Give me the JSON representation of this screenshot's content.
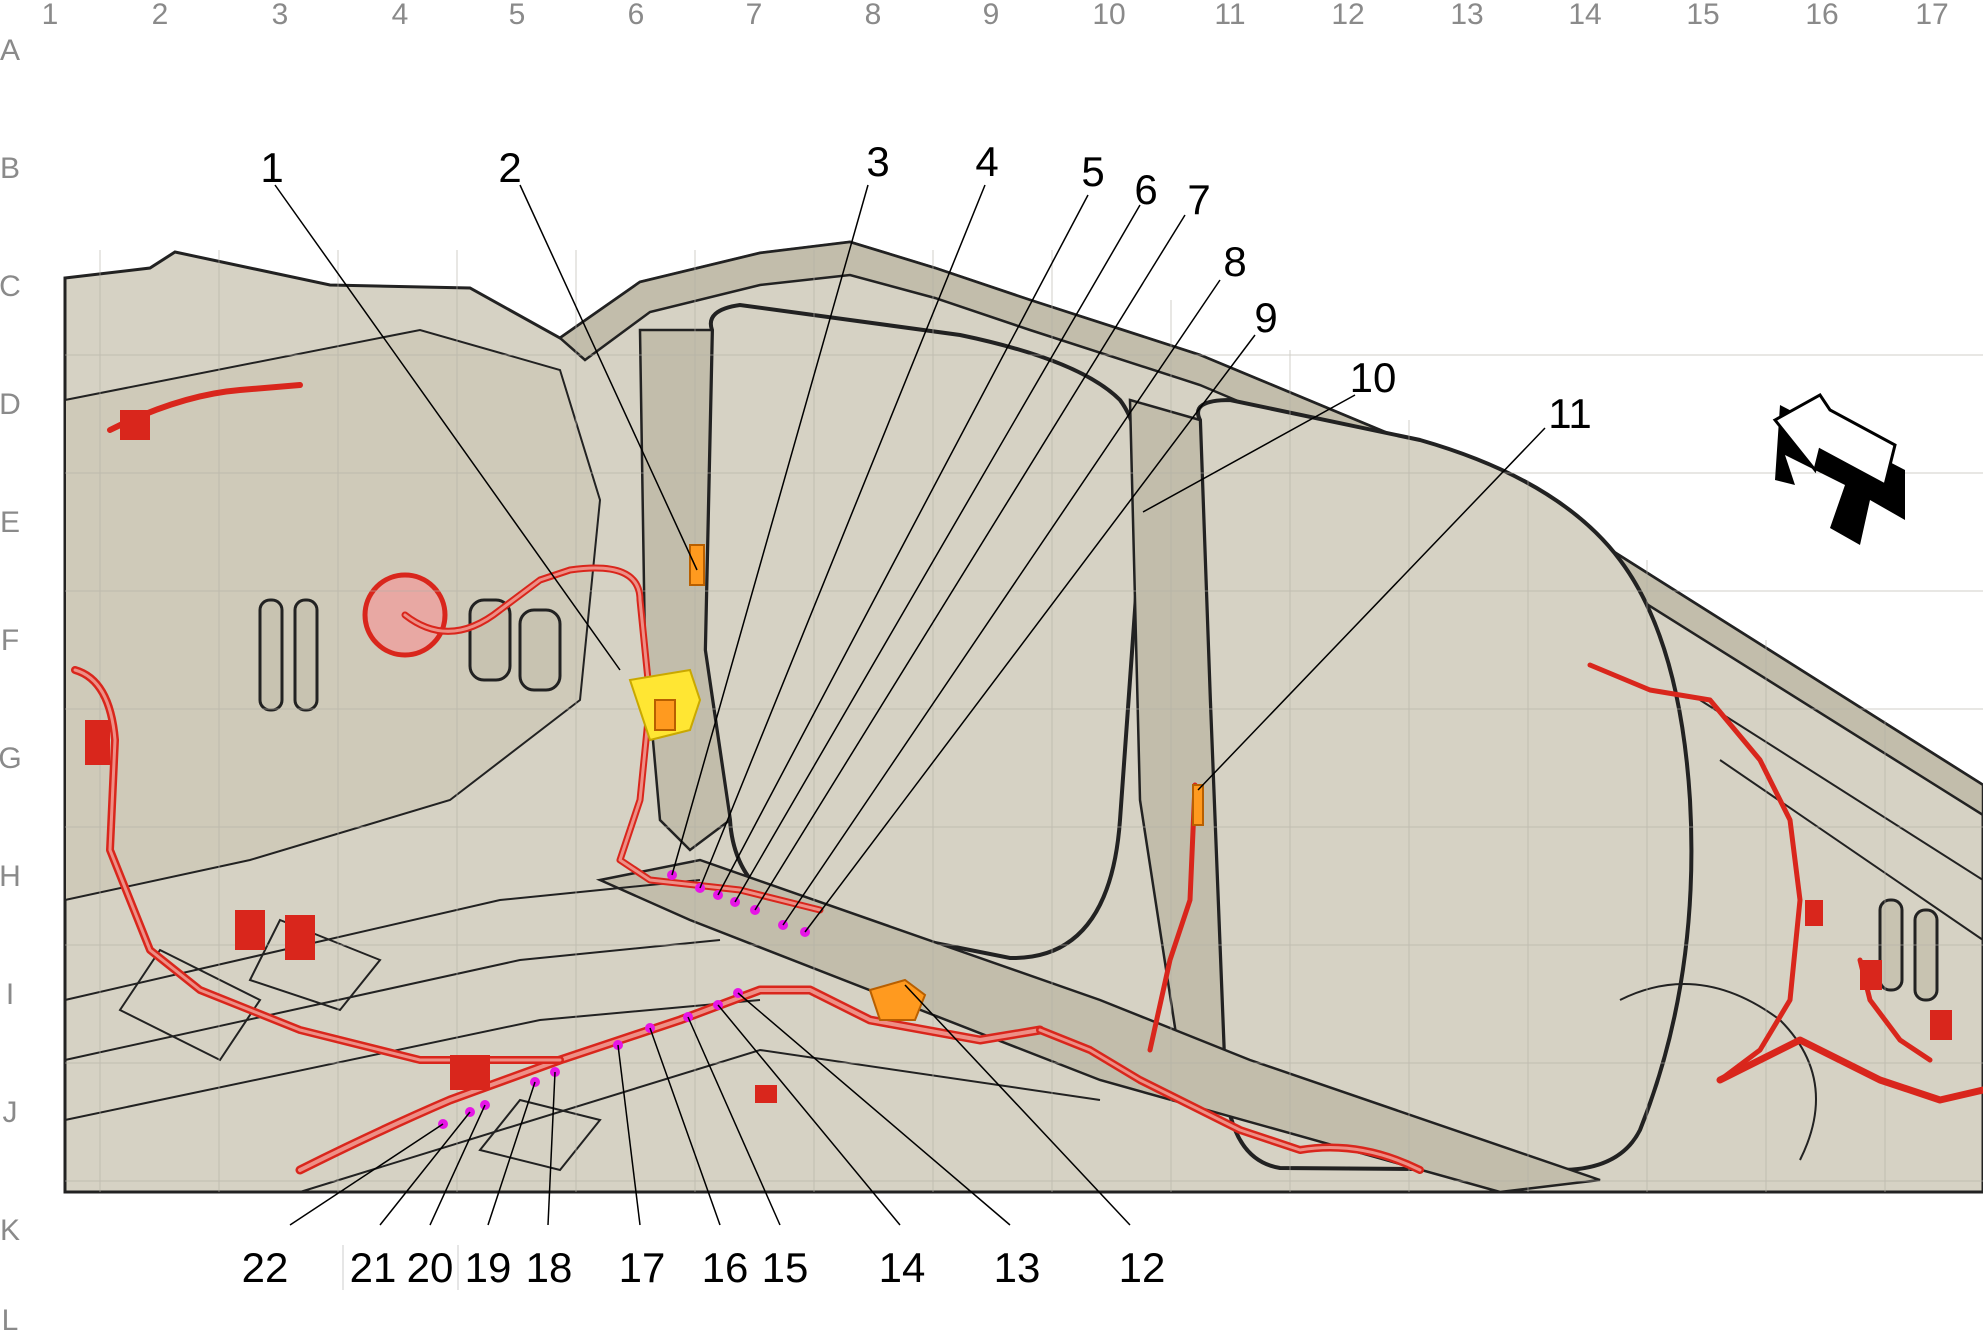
{
  "diagram": {
    "grid_columns": [
      "1",
      "2",
      "3",
      "4",
      "5",
      "6",
      "7",
      "8",
      "9",
      "10",
      "11",
      "12",
      "13",
      "14",
      "15",
      "16",
      "17"
    ],
    "grid_rows": [
      "A",
      "B",
      "C",
      "D",
      "E",
      "F",
      "G",
      "H",
      "I",
      "J",
      "K",
      "L"
    ],
    "callouts_top": [
      "1",
      "2",
      "3",
      "4",
      "5",
      "6",
      "7",
      "8",
      "9",
      "10",
      "11"
    ],
    "callouts_bottom": [
      "22",
      "21",
      "20",
      "19",
      "18",
      "17",
      "16",
      "15",
      "14",
      "13",
      "12"
    ],
    "colors": {
      "panel": "#d6d2c4",
      "panel_dark": "#c2bdab",
      "harness": "#d9261c",
      "harness_light": "#ee8f86",
      "connector_yellow": "#ffe633",
      "connector_orange": "#ff9a1f",
      "splice_marker": "#e615e6",
      "grid_line": "#b3b0a6",
      "grid_label": "#8a8a8a"
    },
    "icons": {
      "orientation_arrow": "front-direction-arrow-icon"
    }
  }
}
